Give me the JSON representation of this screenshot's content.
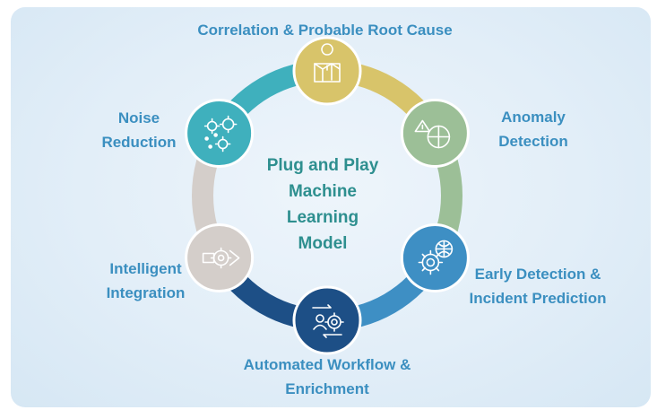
{
  "center_title": [
    "Plug and Play",
    "Machine",
    "Learning",
    "Model"
  ],
  "stages": [
    {
      "lines": [
        "Correlation & Probable Root Cause"
      ],
      "color": "#d8c46a",
      "icon": "map-pin-icon"
    },
    {
      "lines": [
        "Anomaly",
        "Detection"
      ],
      "color": "#9cbf97",
      "icon": "anomaly-globe-icon"
    },
    {
      "lines": [
        "Early Detection &",
        "Incident Prediction"
      ],
      "color": "#3e8fc4",
      "icon": "gear-globe-icon"
    },
    {
      "lines": [
        "Automated Workflow &",
        "Enrichment"
      ],
      "color": "#1d4f86",
      "icon": "person-gear-workflow-icon"
    },
    {
      "lines": [
        "Intelligent",
        "Integration"
      ],
      "color": "#d4ceca",
      "icon": "gear-arrow-icon"
    },
    {
      "lines": [
        "Noise",
        "Reduction"
      ],
      "color": "#3fb0bd",
      "icon": "scattered-gears-icon"
    }
  ],
  "colors": {
    "label_text": "#3b8fc0",
    "center_text": "#2e8f8f",
    "panel_background": "#e2eef8"
  }
}
